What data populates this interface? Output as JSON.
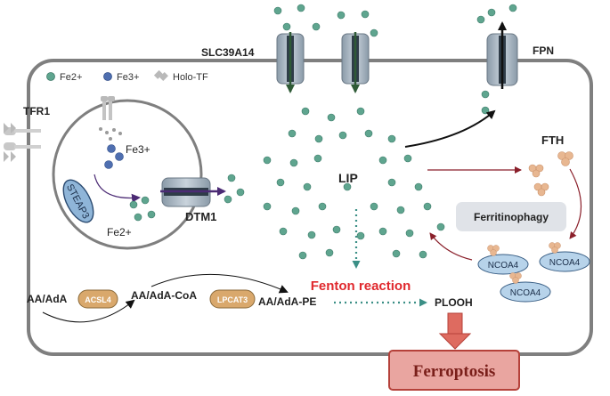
{
  "labels": {
    "slc": "SLC39A14",
    "fpn": "FPN",
    "tfr1": "TFR1",
    "fth": "FTH",
    "dtm1": "DTM1",
    "lip": "LIP",
    "fe3_inner": "Fe3+",
    "fe2_inner": "Fe2+",
    "steap3": "STEAP3",
    "ferritinophagy": "Ferritinophagy",
    "ncoa4_a": "NCOA4",
    "ncoa4_b": "NCOA4",
    "ncoa4_c": "NCOA4",
    "fenton": "Fenton reaction",
    "plooh": "PLOOH",
    "ferroptosis": "Ferroptosis",
    "aa_adA": "AA/AdA",
    "acsl4": "ACSL4",
    "aa_adA_coa": "AA/AdA-CoA",
    "lpcat3": "LPCAT3",
    "aa_adA_pe": "AA/AdA-PE"
  },
  "legend": {
    "fe2": "Fe2+",
    "fe3": "Fe3+",
    "holotf": "Holo-TF"
  },
  "colors": {
    "fe2": "#5fa58f",
    "fe3": "#4f6fb0",
    "membrane": "#7f7f7f",
    "arrow_dark": "#2f5a36",
    "fenton": "#e0282d",
    "enzyme": "#d9a86c",
    "ncoa4": "#b7d3ea",
    "ferroptosis_fill": "#e9a5a0",
    "ferroptosis_border": "#b5413a",
    "ferritin": "#e8b791",
    "dtm1_arrow": "#4b2a74",
    "steap3": "#8fb5d8"
  }
}
